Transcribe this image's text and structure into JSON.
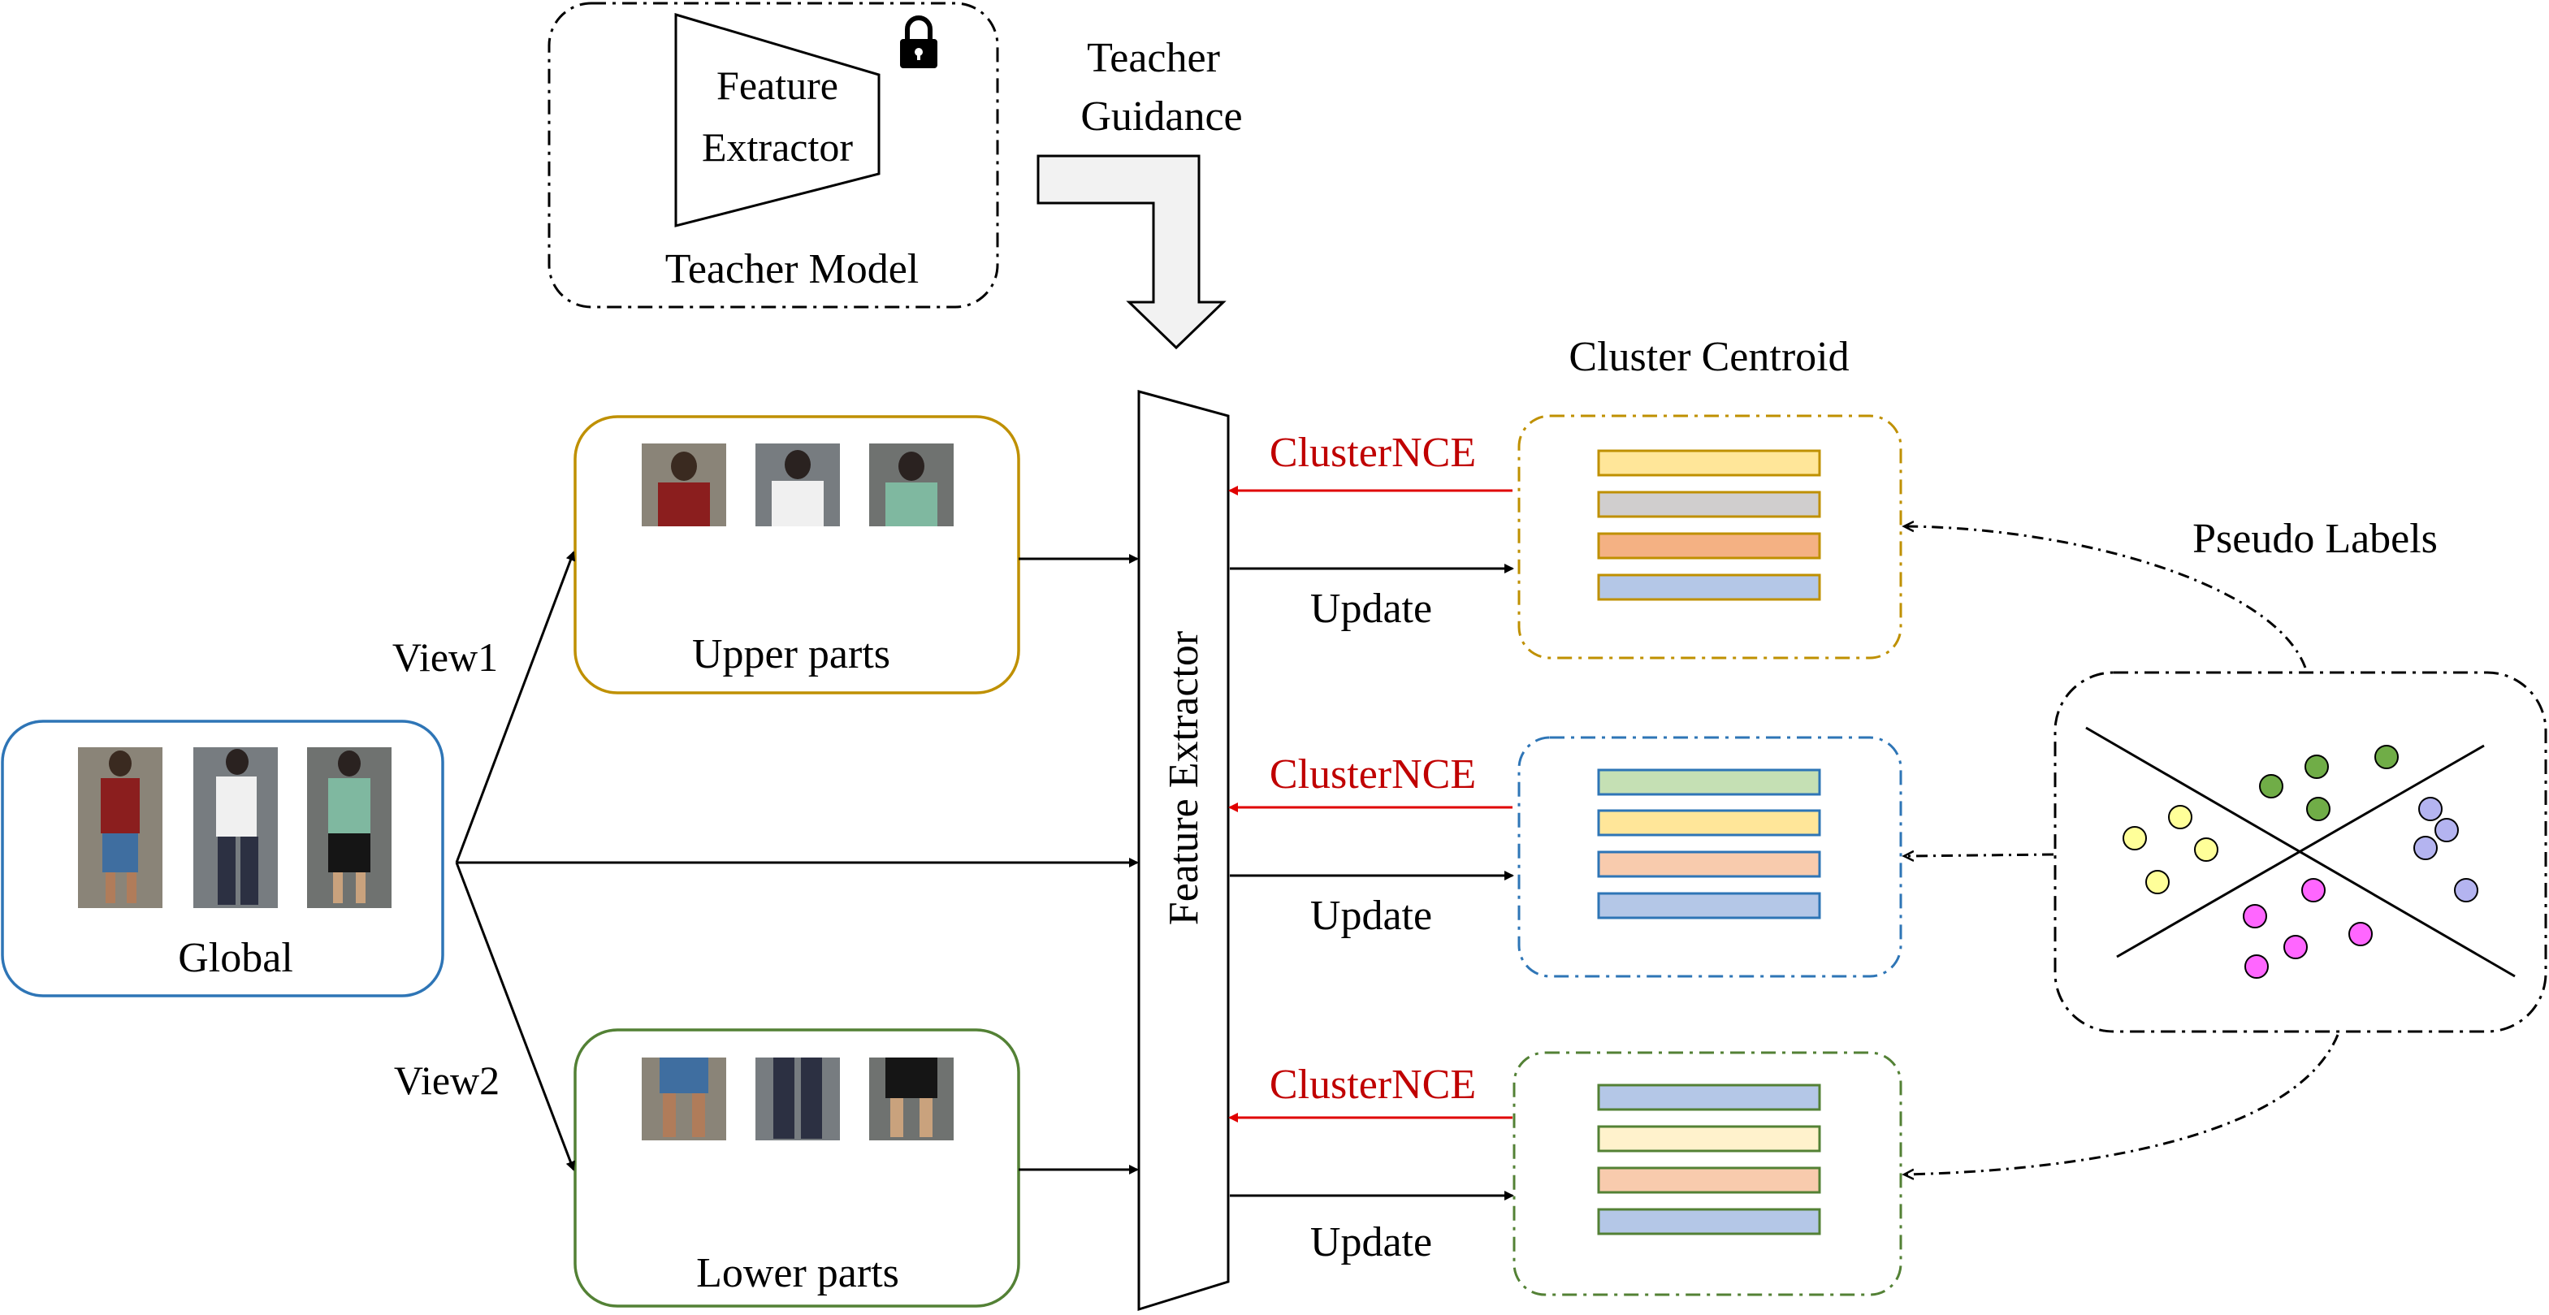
{
  "teacher": {
    "title": "Teacher Model",
    "extractor_line1": "Feature",
    "extractor_line2": "Extractor",
    "guidance_line1": "Teacher",
    "guidance_line2": "Guidance"
  },
  "global": {
    "label": "Global"
  },
  "views": {
    "view1": "View1",
    "view2": "View2"
  },
  "upper": {
    "label": "Upper parts"
  },
  "lower": {
    "label": "Lower parts"
  },
  "extractor": {
    "label": "Feature Extractor"
  },
  "centroid": {
    "title": "Cluster Centroid"
  },
  "branches": [
    {
      "loss": "ClusterNCE",
      "update": "Update",
      "bars": [
        "#ffe699",
        "#d0cece",
        "#f4b183",
        "#b4c7e7"
      ],
      "border": "#bf9000",
      "box_color": "#bf9000"
    },
    {
      "loss": "ClusterNCE",
      "update": "Update",
      "bars": [
        "#c5e0b4",
        "#ffe699",
        "#f8cbad",
        "#b4c7e7"
      ],
      "border": "#2e75b6",
      "box_color": "#2e75b6"
    },
    {
      "loss": "ClusterNCE",
      "update": "Update",
      "bars": [
        "#b4c7e7",
        "#fff2cc",
        "#f8cbad",
        "#b4c7e7"
      ],
      "border": "#538135",
      "box_color": "#538135"
    }
  ],
  "pseudo": {
    "label": "Pseudo Labels"
  },
  "colors": {
    "global_border": "#2e75b6",
    "upper_border": "#bf9000",
    "lower_border": "#538135",
    "loss_arrow": "#e00000",
    "clusters": {
      "yellow": "#ffff99",
      "green": "#70ad47",
      "blue": "#b4b4f0",
      "magenta": "#ff66ff"
    }
  },
  "icons": {
    "lock": "lock-icon"
  }
}
